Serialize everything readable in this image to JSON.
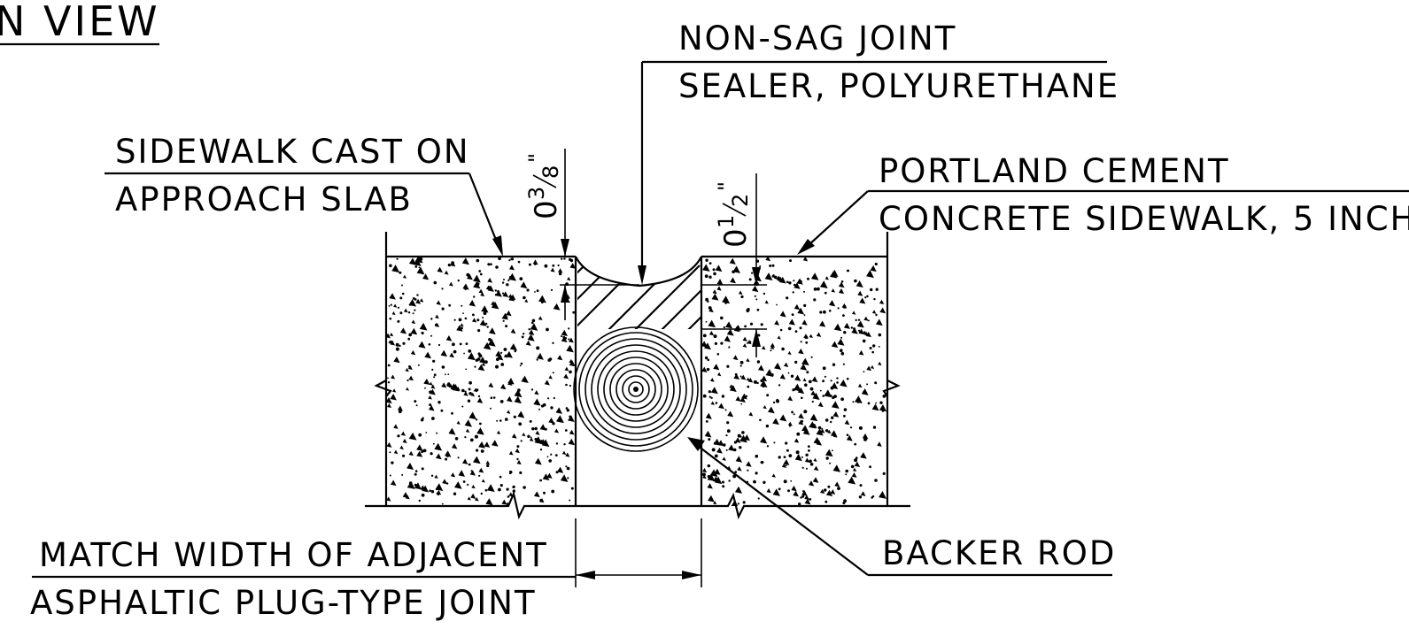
{
  "title": "N VIEW",
  "labels": {
    "sealer_line1": "NON-SAG JOINT",
    "sealer_line2": "SEALER, POLYURETHANE",
    "sidewalk_line1": "SIDEWALK CAST ON",
    "sidewalk_line2": "APPROACH SLAB",
    "concrete_line1": "PORTLAND CEMENT",
    "concrete_line2": "CONCRETE SIDEWALK, 5 INCH",
    "match_line1": "MATCH WIDTH OF ADJACENT",
    "match_line2": "ASPHALTIC PLUG-TYPE JOINT",
    "backer_rod": "BACKER ROD"
  },
  "dimensions": {
    "left_recess": {
      "whole": "0",
      "num": "3",
      "den": "8",
      "unit": "\""
    },
    "right_recess": {
      "whole": "0",
      "num": "1",
      "den": "2",
      "unit": "\""
    }
  }
}
